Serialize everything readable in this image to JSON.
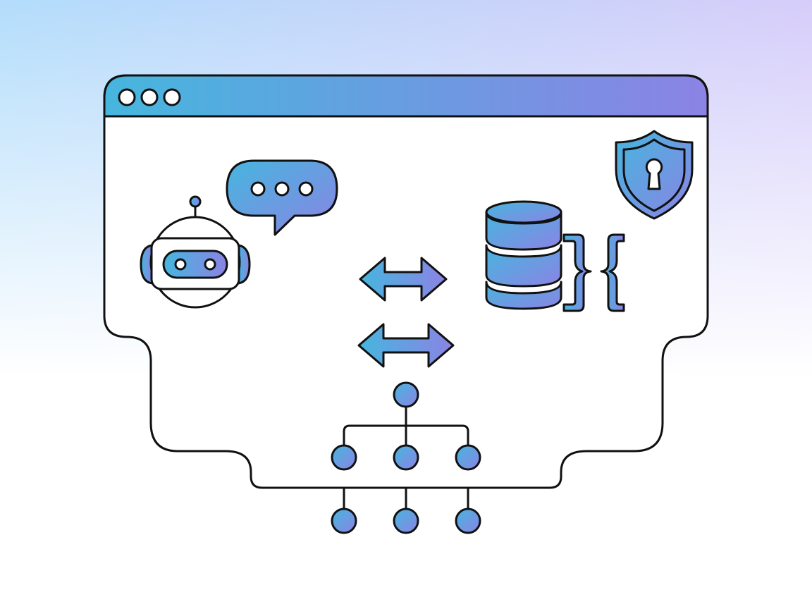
{
  "colors": {
    "outline": "#111111",
    "fill": "#ffffff",
    "gradient_start": "#46b6de",
    "gradient_end": "#8b83e4",
    "background_top_left": "#b3ddfb",
    "background_top_right": "#d6cdfa",
    "background_bottom": "#ffffff"
  },
  "window": {
    "traffic_lights": 3
  },
  "icons": [
    "robot-icon",
    "chat-bubble-icon",
    "double-arrow-icon",
    "database-icon",
    "curly-braces-icon",
    "shield-lock-icon",
    "hierarchy-tree-icon"
  ],
  "hierarchy": {
    "top_nodes": 1,
    "middle_nodes": 3,
    "bottom_nodes": 3
  }
}
